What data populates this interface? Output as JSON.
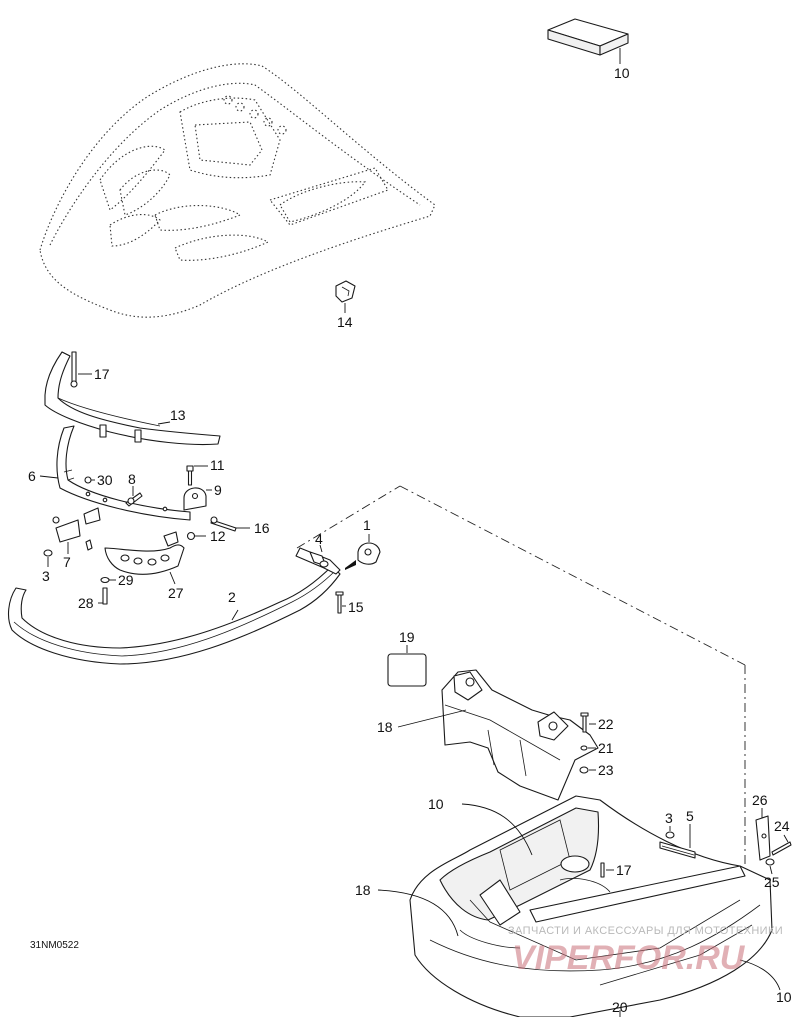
{
  "diagram": {
    "drawing_code": "31NM0522",
    "callouts": {
      "c10_top": "10",
      "c14": "14",
      "c17_top": "17",
      "c13": "13",
      "c6": "6",
      "c30": "30",
      "c8": "8",
      "c11": "11",
      "c9": "9",
      "c16": "16",
      "c12": "12",
      "c1": "1",
      "c4": "4",
      "c3_left": "3",
      "c7": "7",
      "c29": "29",
      "c27": "27",
      "c28": "28",
      "c2": "2",
      "c15": "15",
      "c19": "19",
      "c18_mid": "18",
      "c22": "22",
      "c21": "21",
      "c23": "23",
      "c10_mid": "10",
      "c3_right": "3",
      "c5": "5",
      "c26": "26",
      "c24": "24",
      "c25": "25",
      "c17_bottom": "17",
      "c18_bottom": "18",
      "c20": "20",
      "c10_bottom": "10"
    },
    "watermark": {
      "line1": "ЗАПЧАСТИ И АКСЕССУАРЫ ДЛЯ МОТОТЕХНИКИ",
      "line2": "VIPERFOR.RU"
    }
  }
}
